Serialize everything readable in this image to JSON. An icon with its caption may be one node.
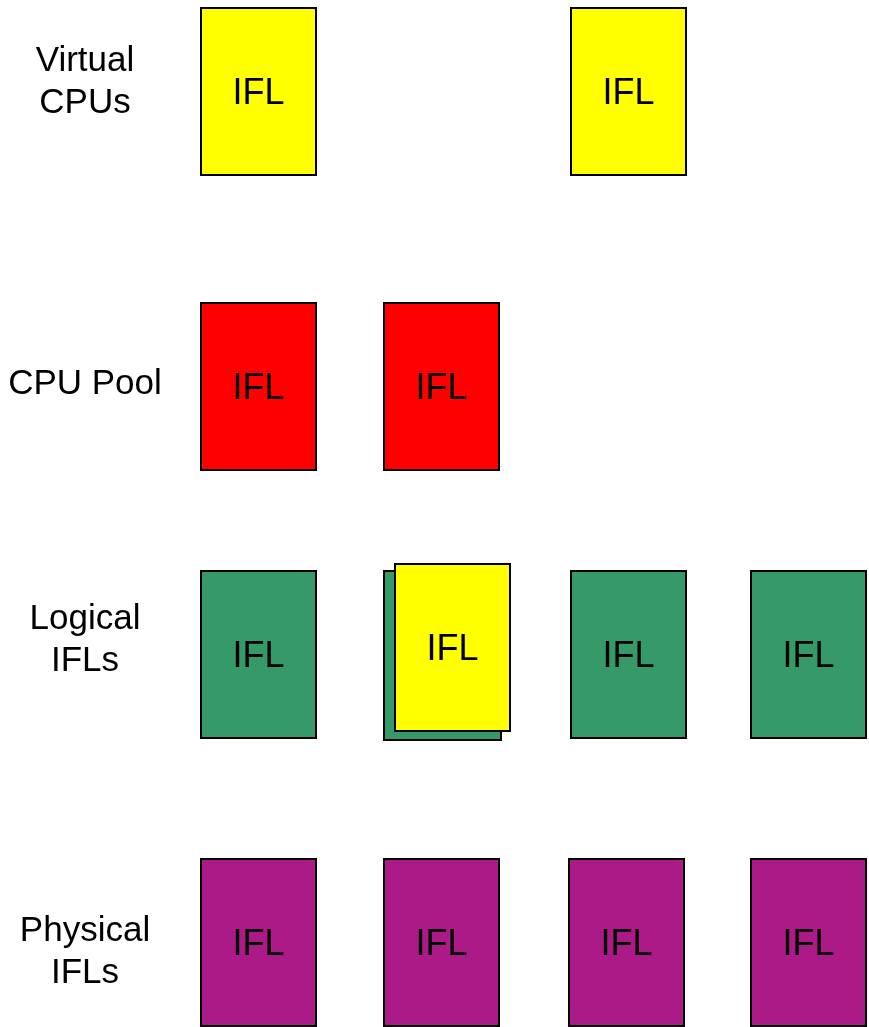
{
  "diagram": {
    "nodes": [
      {
        "text": [
          "IFL"
        ]
      },
      {
        "text": [
          "IFL"
        ]
      },
      {
        "text": [
          "IFL"
        ]
      },
      {
        "text": [
          "IFL"
        ]
      },
      {
        "text": [
          "IFL"
        ]
      },
      {
        "text": [],
        "shape": "box"
      },
      {
        "text": [
          "IFL"
        ]
      },
      {
        "text": [
          "IFL"
        ]
      },
      {
        "text": [
          "IFL"
        ]
      },
      {
        "text": [
          "IFL"
        ]
      },
      {
        "text": [
          "IFL"
        ]
      },
      {
        "text": [
          "IFL"
        ]
      },
      {
        "text": [
          "IFL"
        ]
      }
    ],
    "labels": [
      "Virtual CPUs",
      "CPU Pool",
      "Logical IFLs",
      "Physical IFLs"
    ]
  }
}
